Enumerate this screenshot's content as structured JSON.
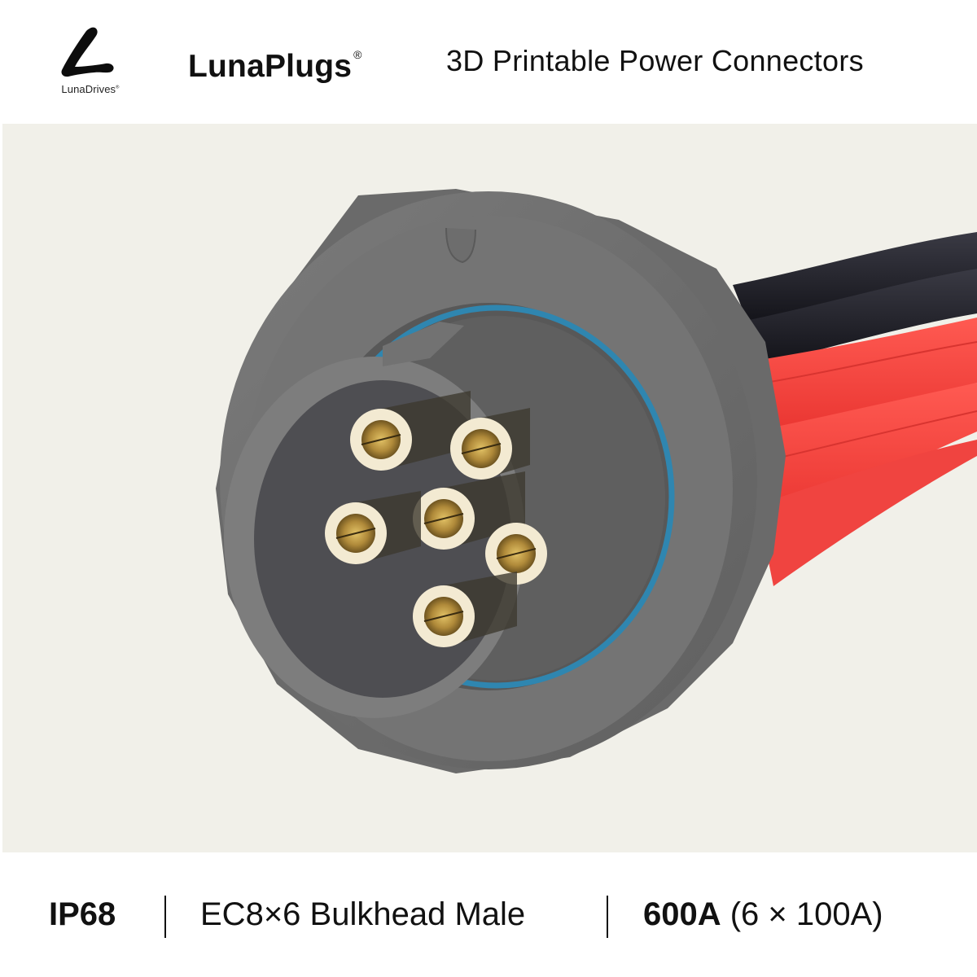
{
  "header": {
    "logo": {
      "icon": "lunadrives-l-logo-icon",
      "caption": "LunaDrives",
      "caption_mark": "®"
    },
    "brand": {
      "name": "LunaPlugs",
      "mark": "®"
    },
    "tagline": "3D Printable Power Connectors"
  },
  "product_image": {
    "subject": "connector-render",
    "background_color": "#f1f0e9",
    "housing_color": "#6f6f6f",
    "seal_ring_color": "#2f86b0",
    "pin_insulator_color": "#f3ead2",
    "pin_contact_color": "#b08a3a",
    "cable_black_color": "#1c1c22",
    "cable_red_color": "#f2433f",
    "pin_count": 6
  },
  "footer": {
    "specs": [
      {
        "bold": "IP68",
        "regular": ""
      },
      {
        "bold": "",
        "regular": "EC8×6 Bulkhead Male"
      },
      {
        "bold": "600A",
        "regular": " (6 × 100A)"
      }
    ]
  }
}
